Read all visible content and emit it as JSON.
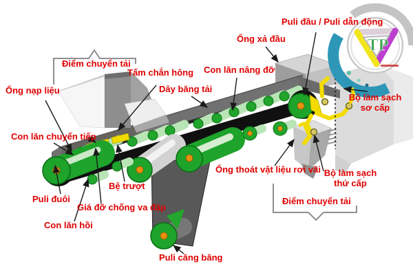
{
  "diagram": {
    "subject": "belt-conveyor-structure-diagram",
    "background": "#ffffff"
  },
  "labels": [
    {
      "id": "transfer-point-top",
      "text": "Điểm chuyển tải"
    },
    {
      "id": "skirt-board",
      "text": "Tấm chắn hông"
    },
    {
      "id": "feed-chute",
      "text": "Ống nạp liệu"
    },
    {
      "id": "transition-idler",
      "text": "Con lăn chuyển tiếp"
    },
    {
      "id": "conveyor-belt",
      "text": "Dây băng tải"
    },
    {
      "id": "carrying-idler",
      "text": "Con lăn nâng đỡ"
    },
    {
      "id": "head-discharge-chute",
      "text": "Ống xả đầu"
    },
    {
      "id": "head-drive-pulley",
      "text": "Puli đầu / Puli dẫn động"
    },
    {
      "id": "primary-cleaner",
      "text": "Bộ làm sạch sơ cấp"
    },
    {
      "id": "secondary-cleaner",
      "text": "Bộ làm sạch thứ cấp"
    },
    {
      "id": "spillage-chute",
      "text": "Ống thoát vật liệu rơi vãi"
    },
    {
      "id": "transfer-point-bottom",
      "text": "Điểm chuyển tải"
    },
    {
      "id": "tail-pulley",
      "text": "Puli đuôi"
    },
    {
      "id": "slider-bed",
      "text": "Bệ trượt"
    },
    {
      "id": "impact-cradle",
      "text": "Giá đỡ chống va đập"
    },
    {
      "id": "return-idler",
      "text": "Con lăn hồi"
    },
    {
      "id": "take-up-pulley",
      "text": "Puli căng băng"
    }
  ],
  "logo": {
    "text": "TP"
  },
  "colors": {
    "label_text": "#e00000",
    "arrow": "#1a1a1a",
    "bracket": "#8f8f8f",
    "belt_top_gray": "#717171",
    "belt_black": "#101010",
    "pulley_green": "#1ea32b",
    "roller_body_green": "#b9e4b6",
    "hub_orange": "#e89110",
    "slider_yellow": "#f2dc00",
    "teal_arc": "#2e97b7",
    "logo_tp_green": "#3aa34e"
  }
}
